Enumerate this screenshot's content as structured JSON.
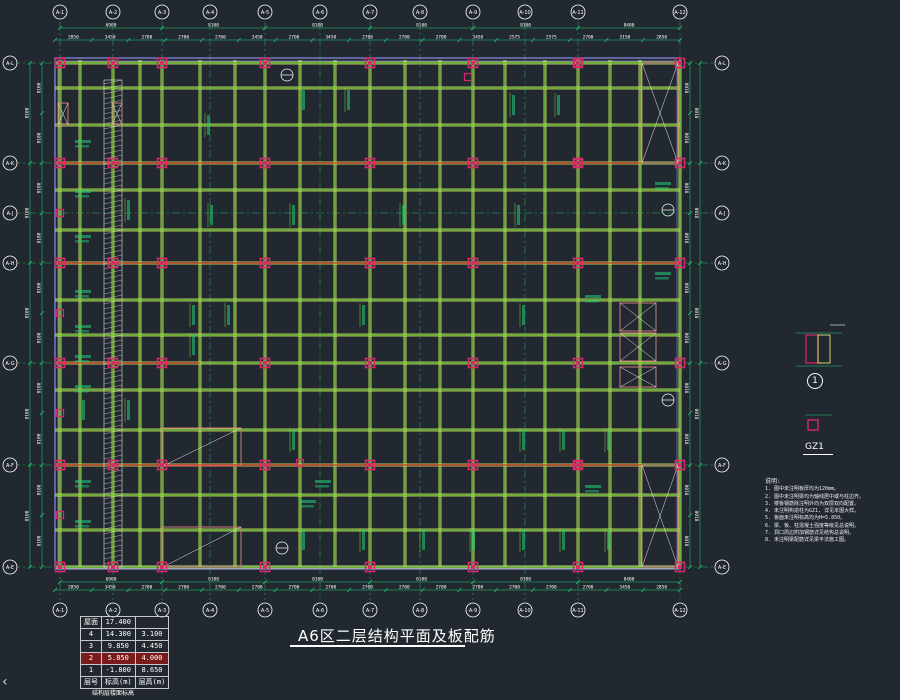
{
  "drawing": {
    "title": "A6区二层结构平面及板配筋",
    "detail_label": "GZ1",
    "detail_index": "1",
    "colors": {
      "background": "#212830",
      "beam": "#7fd23a",
      "beam_edge": "#f5ff7a",
      "column": "#d9286b",
      "axis_line": "#1fb25a",
      "axis_bubble": "#ffffff",
      "dimension": "#22d07a",
      "wall": "#c97b7b",
      "edge_beam": "#8a8fe6",
      "red_beam": "#ff2a2a"
    },
    "x_axes": [
      "A-1",
      "A-2",
      "A-3",
      "A-4",
      "A-5",
      "A-6",
      "A-7",
      "A-8",
      "A-9",
      "A-10",
      "A-11",
      "A-12"
    ],
    "y_axes": [
      "A-L",
      "A-K",
      "A-J",
      "A-H",
      "A-G",
      "A-F",
      "A-E"
    ],
    "dims_top_total": [
      "6900",
      "8100",
      "8100",
      "8100",
      "8100",
      "8400",
      "6900"
    ],
    "dims_top_sub": [
      "2850",
      "3450",
      "2700",
      "2700",
      "2700",
      "3450",
      "2700",
      "3450",
      "2700",
      "2700",
      "2700",
      "3450",
      "2575",
      "2575",
      "2700",
      "3150",
      "2850"
    ],
    "dims_bottom_total": [
      "6900",
      "8100",
      "8100",
      "8100",
      "8100",
      "8400",
      "6900"
    ],
    "dims_bottom_sub": [
      "2850",
      "3450",
      "2700",
      "2700",
      "2700",
      "2700",
      "2700",
      "2700",
      "2700",
      "2700",
      "2700",
      "2700",
      "2700",
      "2700",
      "2700",
      "3450",
      "2850"
    ],
    "dims_left_total": [
      "8100",
      "8100",
      "8100",
      "8100",
      "8100",
      "8100"
    ],
    "dims_right_total": [
      "8100",
      "8100",
      "8100",
      "8100",
      "8100",
      "8100"
    ]
  },
  "level_table": {
    "rows": [
      [
        "屋面",
        "17.400",
        ""
      ],
      [
        "4",
        "14.300",
        "3.100"
      ],
      [
        "3",
        "9.850",
        "4.450"
      ],
      [
        "2",
        "5.850",
        "4.000"
      ],
      [
        "1",
        "-1.800",
        "8.650"
      ],
      [
        "层号",
        "标高(m)",
        "层高(m)"
      ]
    ],
    "caption": "结构层楼面标高"
  },
  "notes": {
    "heading": "说明:",
    "lines": [
      "1. 图中未注明板厚均为120mm。",
      "2. 图中未注明梁均为轴线居中或与柱边齐。",
      "3. 楼板钢筋除注明外均为双层双向配置。",
      "4. 未注明构造柱为GZ1, 详见本图大样。",
      "5. 板面未注明标高均为H=5.850。",
      "6. 梁、板、柱混凝土强度等级见总说明。",
      "7. 洞口周边附加钢筋详见结构总说明。",
      "8. 未注明梁配筋详见梁平法施工图。"
    ]
  },
  "ui": {
    "back_glyph": "‹"
  }
}
